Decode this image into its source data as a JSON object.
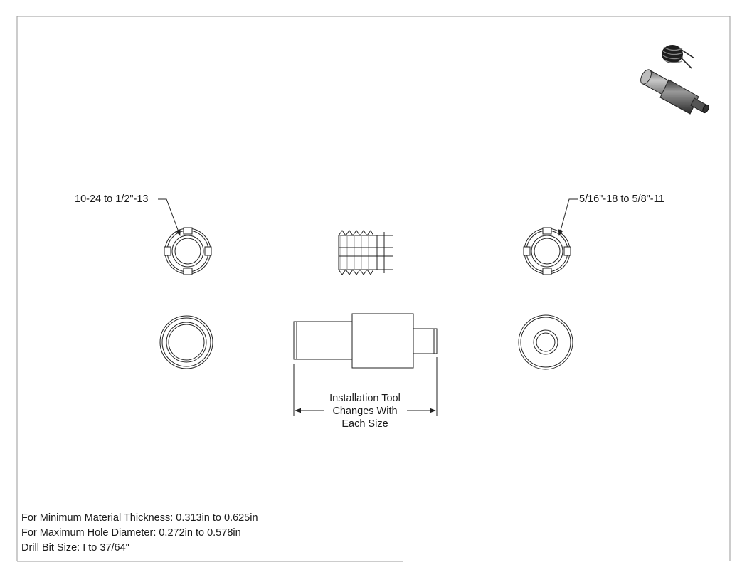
{
  "callouts": {
    "left_range": "10-24 to 1/2\"-13",
    "right_range": "5/16\"-18 to 5/8\"-11"
  },
  "tool_dimension": {
    "line1": "Installation Tool",
    "line2": "Changes With",
    "line3": "Each Size"
  },
  "notes": {
    "min_thickness": "For Minimum Material Thickness: 0.313in to 0.625in",
    "max_hole": "For Maximum Hole Diameter: 0.272in to 0.578in",
    "drill_bit": "Drill Bit Size: I to 37/64\""
  }
}
